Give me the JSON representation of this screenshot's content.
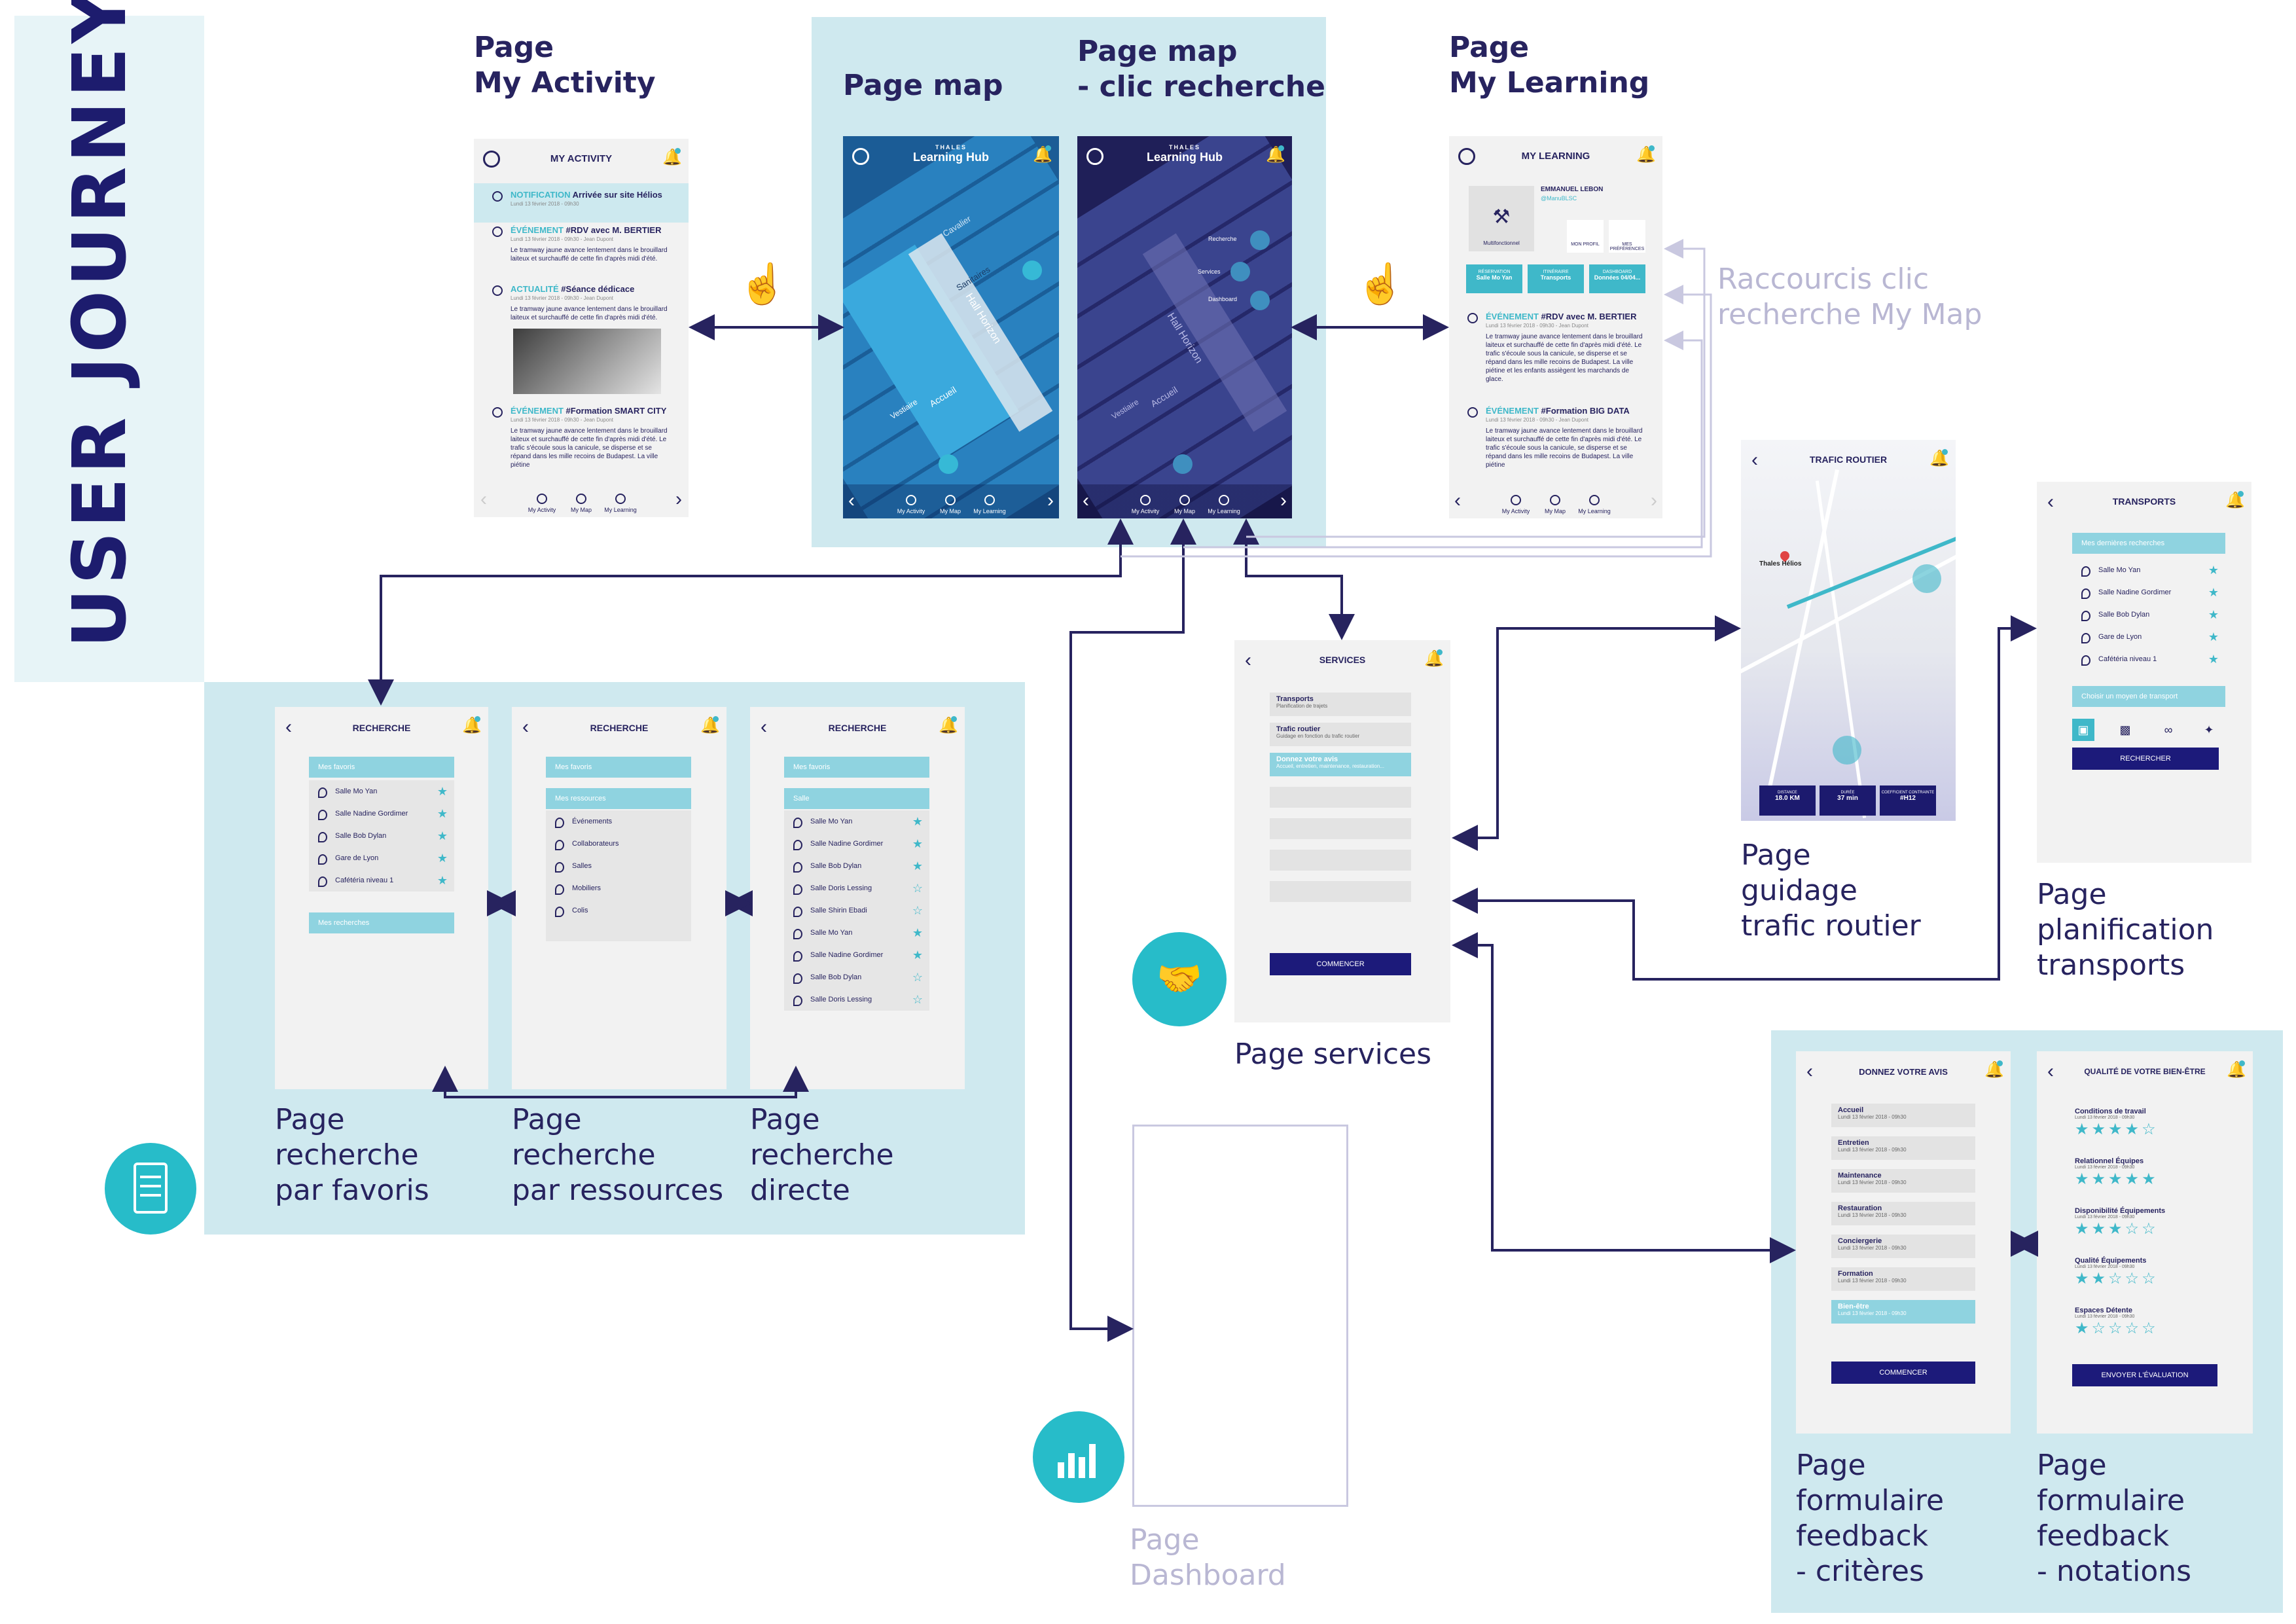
{
  "page_title": "USER JOURNEY",
  "screens": {
    "my_activity": {
      "caption": "Page\nMy Activity",
      "header": "MY ACTIVITY",
      "feed": [
        {
          "tag": "NOTIFICATION",
          "title": "Arrivée sur site Hélios",
          "date": "Lundi 13 février 2018 - 09h30"
        },
        {
          "tag": "ÉVÉNEMENT",
          "title": "#RDV avec M. BERTIER",
          "date": "Lundi 13 février 2018 - 09h30 - Jean Dupont",
          "text": "Le tramway jaune avance lentement dans le brouillard laiteux et surchauffé de cette fin d'après midi d'été."
        },
        {
          "tag": "ACTUALITÉ",
          "title": "#Séance dédicace",
          "date": "Lundi 13 février 2018 - 09h30 - Jean Dupont",
          "text": "Le tramway jaune avance lentement dans le brouillard laiteux et surchauffé de cette fin d'après midi d'été."
        },
        {
          "tag": "ÉVÉNEMENT",
          "title": "#Formation SMART CITY",
          "date": "Lundi 13 février 2018 - 09h30 - Jean Dupont",
          "text": "Le tramway jaune avance lentement dans le brouillard laiteux et surchauffé de cette fin d'après midi d'été. Le trafic s'écoule sous la canicule, se disperse et se répand dans les mille recoins de Budapest. La ville piétine"
        }
      ],
      "nav": [
        "My Activity",
        "My Map",
        "My Learning"
      ]
    },
    "map": {
      "caption": "Page map",
      "brand_line1": "THALES",
      "brand_line2": "Learning Hub",
      "labels": [
        "Hall Horizon",
        "Accueil",
        "Vestiaire",
        "Cavalier",
        "Sanitaires"
      ],
      "nav": [
        "My Activity",
        "My Map",
        "My Learning"
      ]
    },
    "map_search": {
      "caption": "Page map\n- clic recherche",
      "brand_line1": "THALES",
      "brand_line2": "Learning Hub",
      "quick": [
        "Recherche",
        "Services",
        "Dashboard"
      ],
      "labels": [
        "Hall Horizon",
        "Accueil",
        "Vestiaire"
      ],
      "nav": [
        "My Activity",
        "My Map",
        "My Learning"
      ]
    },
    "my_learning": {
      "caption": "Page\nMy Learning",
      "header": "MY LEARNING",
      "user_name": "EMMANUEL LEBON",
      "user_handle": "@ManuBLSC",
      "user_role": "Multifonctionnel",
      "profile_buttons": [
        "MON PROFIL",
        "MES PRÉFÉRENCES"
      ],
      "shortcuts": [
        {
          "top": "RÉSERVATION",
          "bottom": "Salle Mo Yan"
        },
        {
          "top": "ITINÉRAIRE",
          "bottom": "Transports"
        },
        {
          "top": "DASHBOARD",
          "bottom": "Données 04/04..."
        }
      ],
      "feed": [
        {
          "tag": "ÉVÉNEMENT",
          "title": "#RDV avec M. BERTIER",
          "date": "Lundi 13 février 2018 - 09h30 - Jean Dupont",
          "text": "Le tramway jaune avance lentement dans le brouillard laiteux et surchauffé de cette fin d'après midi d'été. Le trafic s'écoule sous la canicule, se disperse et se répand dans les mille recoins de Budapest. La ville piétine et les enfants assiègent les marchands de glace."
        },
        {
          "tag": "ÉVÉNEMENT",
          "title": "#Formation BIG DATA",
          "date": "Lundi 13 février 2018 - 09h30 - Jean Dupont",
          "text": "Le tramway jaune avance lentement dans le brouillard laiteux et surchauffé de cette fin d'après midi d'été. Le trafic s'écoule sous la canicule, se disperse et se répand dans les mille recoins de Budapest. La ville piétine"
        }
      ],
      "nav": [
        "My Activity",
        "My Map",
        "My Learning"
      ]
    },
    "shortcut_note": "Raccourcis clic\nrecherche My Map",
    "traffic": {
      "caption": "Page\nguidage\ntrafic routier",
      "header": "TRAFIC ROUTIER",
      "place": "Thales Hélios",
      "stats": [
        {
          "label": "DISTANCE",
          "value": "18.0 KM"
        },
        {
          "label": "DURÉE",
          "value": "37 min"
        },
        {
          "label": "COEFFICIENT CONTRAINTE",
          "value": "#H12"
        }
      ]
    },
    "transports": {
      "caption": "Page\nplanification\ntransports",
      "header": "TRANSPORTS",
      "search_placeholder": "Mes dernières recherches",
      "items": [
        "Salle Mo Yan",
        "Salle Nadine Gordimer",
        "Salle Bob Dylan",
        "Gare de Lyon",
        "Cafétéria niveau 1"
      ],
      "destination_placeholder": "Choisir un moyen de transport",
      "modes": [
        "bus",
        "car",
        "bike",
        "walk"
      ],
      "button": "RECHERCHER"
    },
    "services": {
      "caption": "Page services",
      "header": "SERVICES",
      "items": [
        {
          "title": "Transports",
          "sub": "Planification de trajets"
        },
        {
          "title": "Trafic routier",
          "sub": "Guidage en fonction du trafic routier"
        },
        {
          "title": "Donnez votre avis",
          "sub": "Accueil, entretien, maintenance, restauration..."
        }
      ],
      "button": "COMMENCER"
    },
    "search_favs": {
      "caption": "Page\nrecherche\npar favoris",
      "header": "RECHERCHE",
      "bar_top": "Mes favoris",
      "items": [
        "Salle Mo Yan",
        "Salle Nadine Gordimer",
        "Salle Bob Dylan",
        "Gare de Lyon",
        "Cafétéria niveau 1"
      ],
      "bar_bottom": "Mes recherches"
    },
    "search_resources": {
      "caption": "Page\nrecherche\npar ressources",
      "header": "RECHERCHE",
      "bar_top": "Mes favoris",
      "bar_mid": "Mes ressources",
      "items": [
        "Événements",
        "Collaborateurs",
        "Salles",
        "Mobiliers",
        "Colis"
      ]
    },
    "search_direct": {
      "caption": "Page\nrecherche\ndirecte",
      "header": "RECHERCHE",
      "bar_top": "Mes favoris",
      "bar_mid": "Salle",
      "items": [
        "Salle Mo Yan",
        "Salle Nadine Gordimer",
        "Salle Bob Dylan",
        "Salle Doris Lessing",
        "Salle Shirin Ebadi",
        "Salle Mo Yan",
        "Salle Nadine Gordimer",
        "Salle Bob Dylan",
        "Salle Doris Lessing"
      ]
    },
    "dashboard": {
      "caption": "Page\nDashboard"
    },
    "feedback_criteria": {
      "caption": "Page\nformulaire\nfeedback\n- critères",
      "header": "DONNEZ VOTRE AVIS",
      "items": [
        "Accueil",
        "Entretien",
        "Maintenance",
        "Restauration",
        "Conciergerie",
        "Formation",
        "Bien-être"
      ],
      "item_date": "Lundi 13 février 2018 - 09h30",
      "button": "COMMENCER"
    },
    "feedback_rating": {
      "caption": "Page\nformulaire\nfeedback\n- notations",
      "header": "QUALITÉ DE VOTRE BIEN-ÊTRE",
      "items": [
        {
          "label": "Conditions de travail",
          "stars": 4
        },
        {
          "label": "Relationnel Équipes",
          "stars": 5
        },
        {
          "label": "Disponibilité Équipements",
          "stars": 3
        },
        {
          "label": "Qualité Équipements",
          "stars": 2
        },
        {
          "label": "Espaces Détente",
          "stars": 1
        }
      ],
      "item_date": "Lundi 13 février 2018 - 09h30",
      "button": "ENVOYER L'ÉVALUATION"
    }
  },
  "colors": {
    "navy": "#27235f",
    "accent": "#3fb8c9",
    "panel": "#cfe9ef",
    "muted": "#b9b7d3"
  }
}
